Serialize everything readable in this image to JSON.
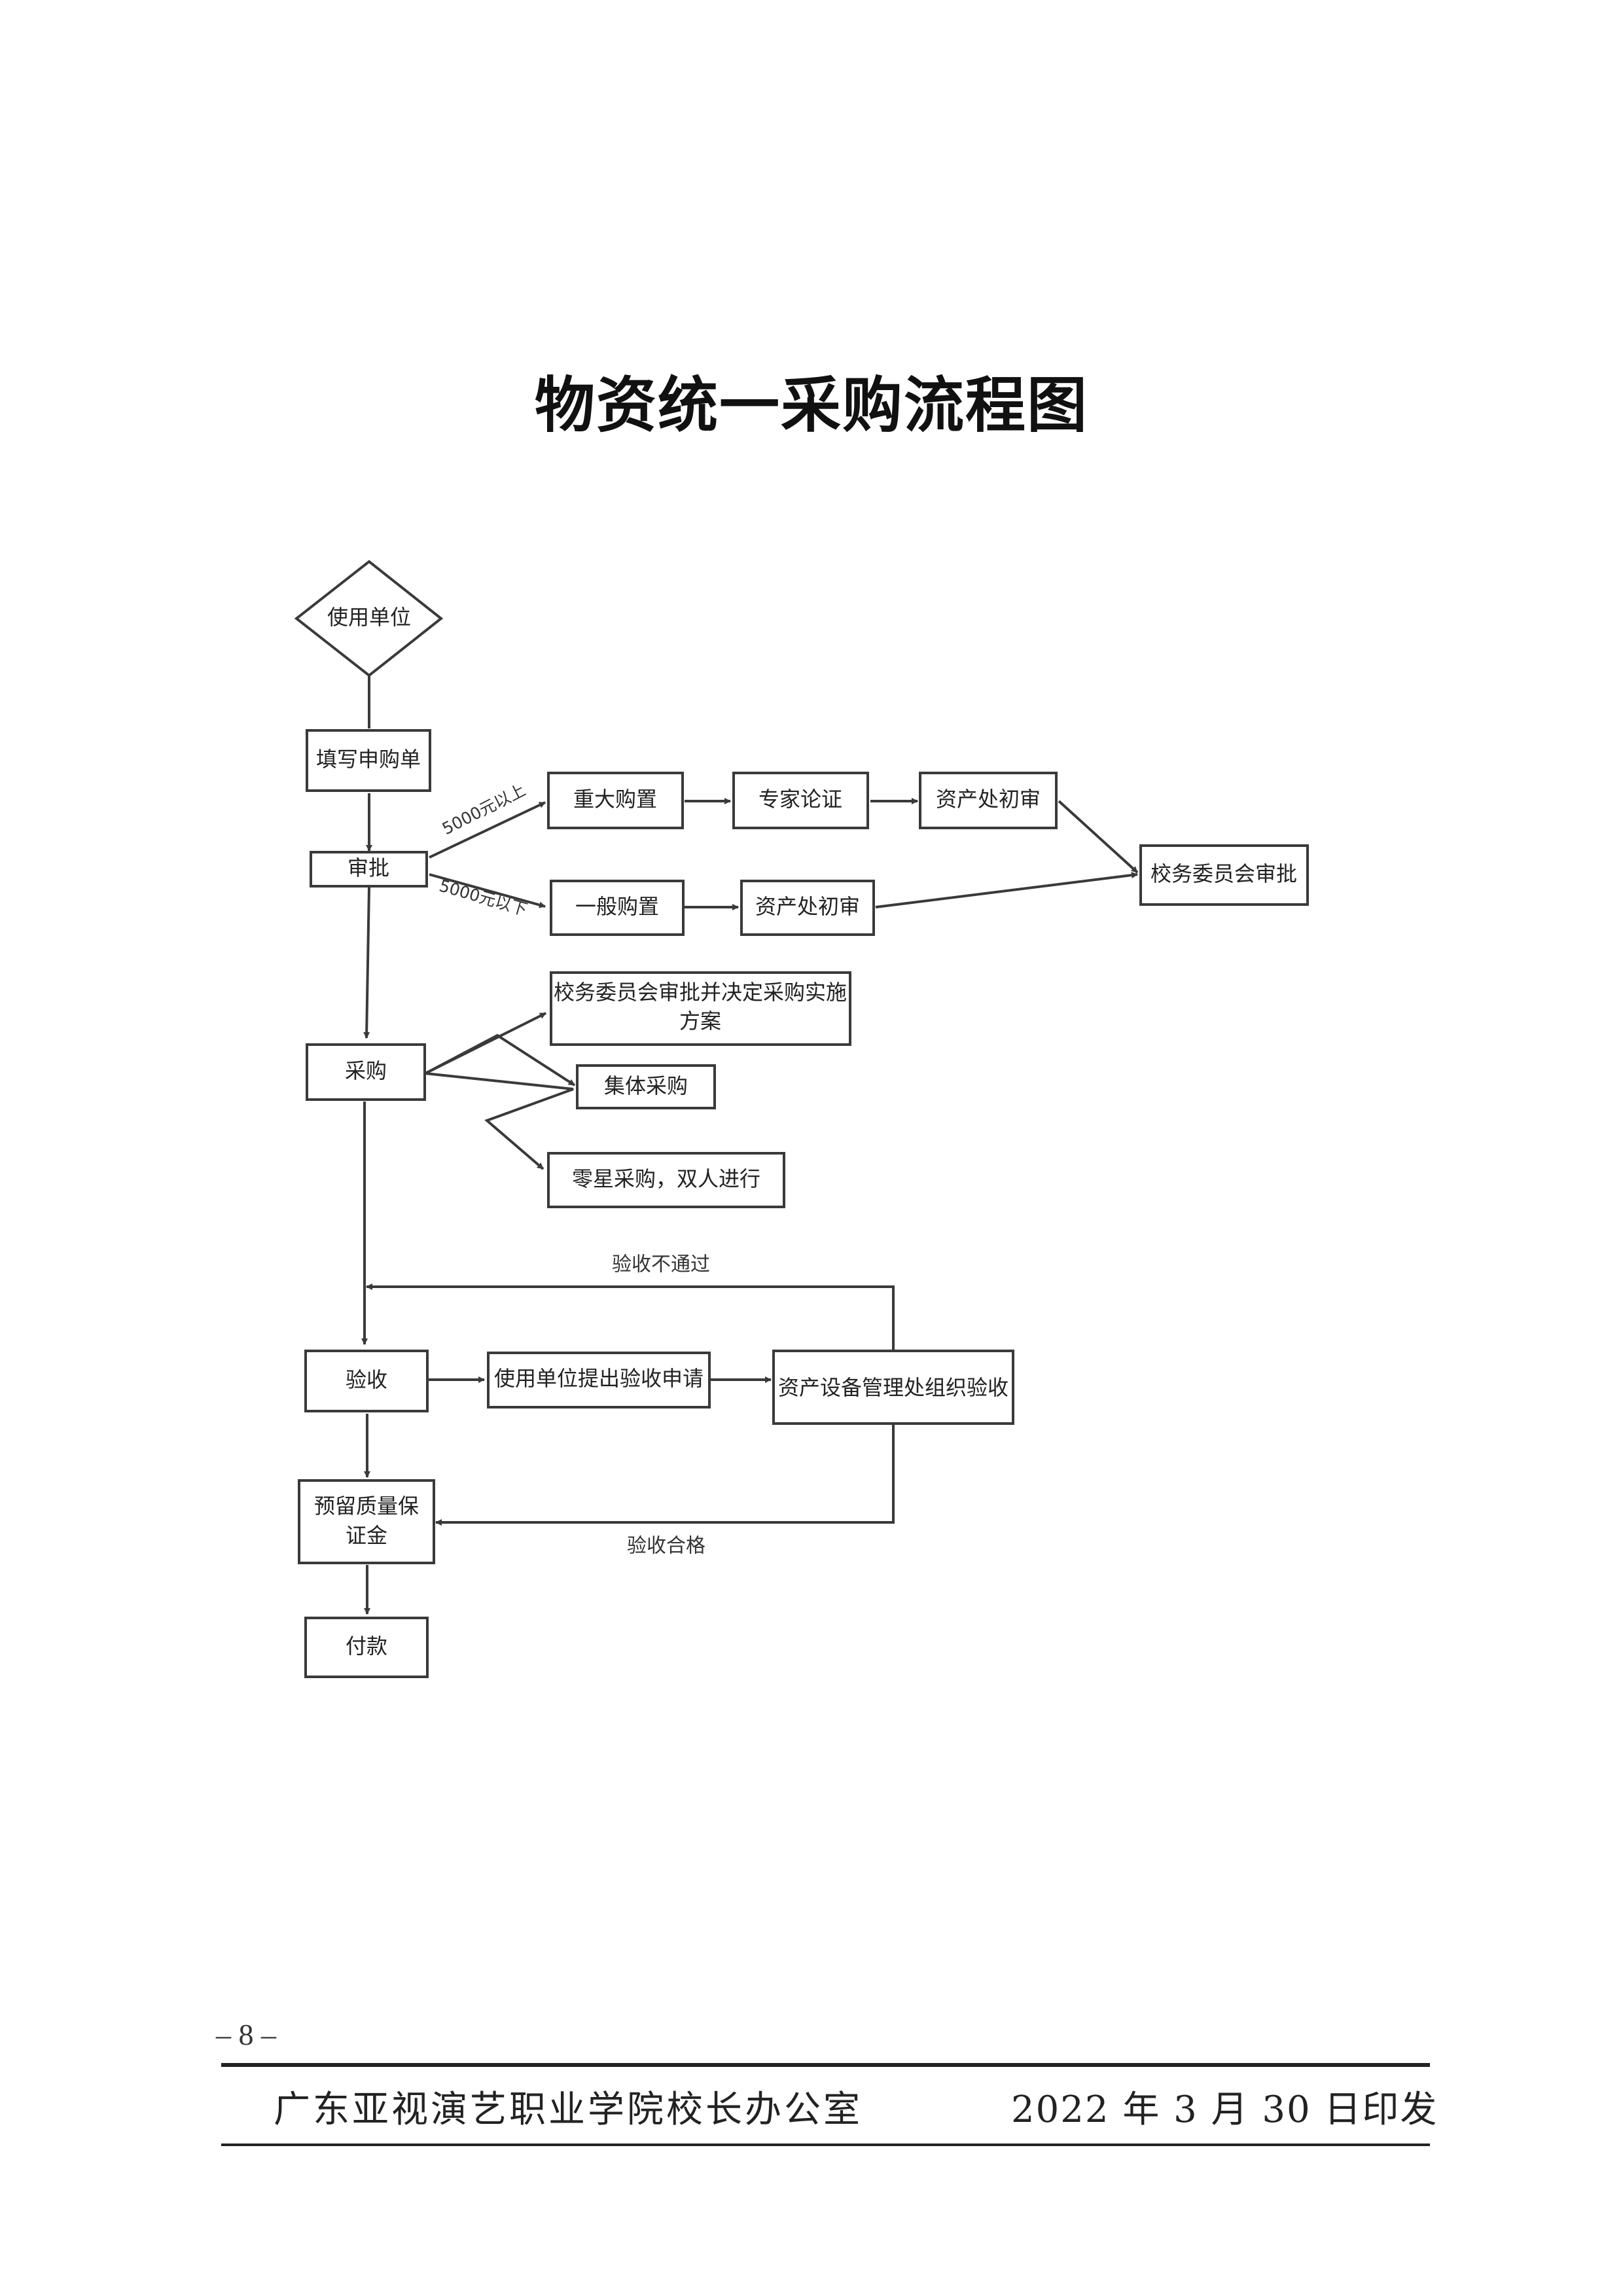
{
  "title": "物资统一采购流程图",
  "nodes": {
    "unit": "使用单位",
    "fill_form": "填写申购单",
    "approval": "审批",
    "major_purchase": "重大购置",
    "expert_review": "专家论证",
    "asset_initial_1": "资产处初审",
    "committee_approval": "校务委员会审批",
    "general_purchase": "一般购置",
    "asset_initial_2": "资产处初审",
    "purchase": "采购",
    "committee_plan_line1": "校务委员会审批并决定采购实施",
    "committee_plan_line2": "方案",
    "collective_purchase": "集体采购",
    "sporadic_purchase": "零星采购，双人进行",
    "acceptance": "验收",
    "apply_acceptance": "使用单位提出验收申请",
    "asset_dept_acceptance": "资产设备管理处组织验收",
    "retain_deposit_line1": "预留质量保",
    "retain_deposit_line2": "证金",
    "payment": "付款"
  },
  "edge_labels": {
    "above_5000": "5000元以上",
    "below_5000": "5000元以下",
    "acceptance_failed": "验收不通过",
    "acceptance_passed": "验收合格"
  },
  "footer": {
    "page_number": "– 8 –",
    "office": "广东亚视演艺职业学院校长办公室",
    "date": "2022 年 3 月 30 日印发"
  }
}
